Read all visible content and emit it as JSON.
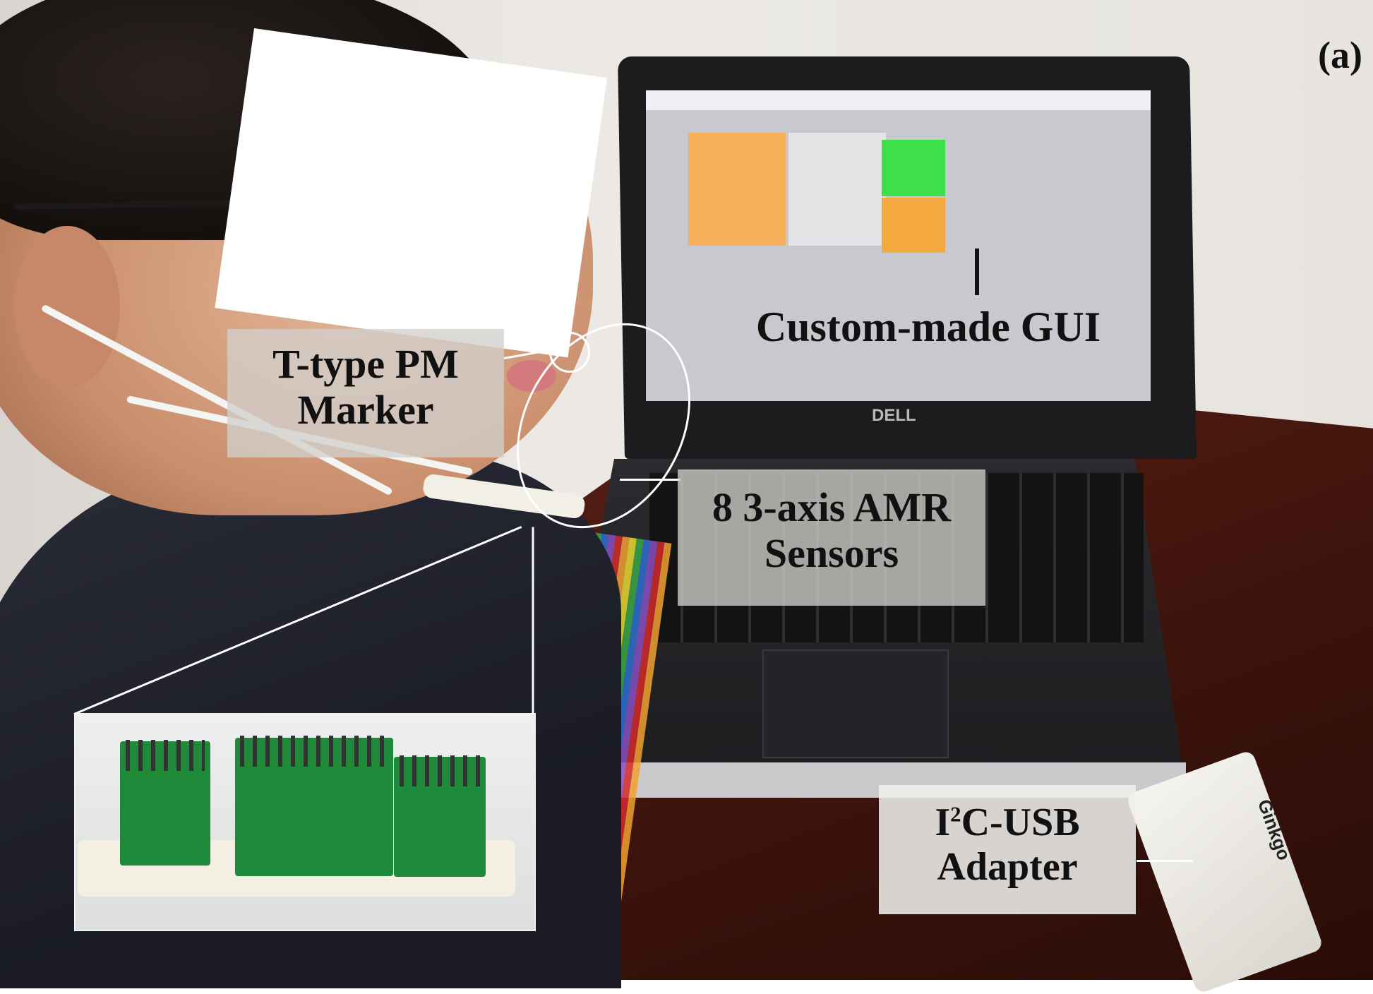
{
  "figure": {
    "panel_letter": "(a)",
    "callouts": {
      "gui": "Custom-made GUI",
      "marker_line1": "T-type PM",
      "marker_line2": "Marker",
      "sensors_line1": "8 3-axis AMR",
      "sensors_line2": "Sensors",
      "adapter_line1_prefix": "I",
      "adapter_line1_sup": "2",
      "adapter_line1_suffix": "C-USB",
      "adapter_line2": "Adapter"
    },
    "device_text": {
      "laptop_brand": "DELL",
      "adapter_brand": "Ginkgo"
    }
  }
}
